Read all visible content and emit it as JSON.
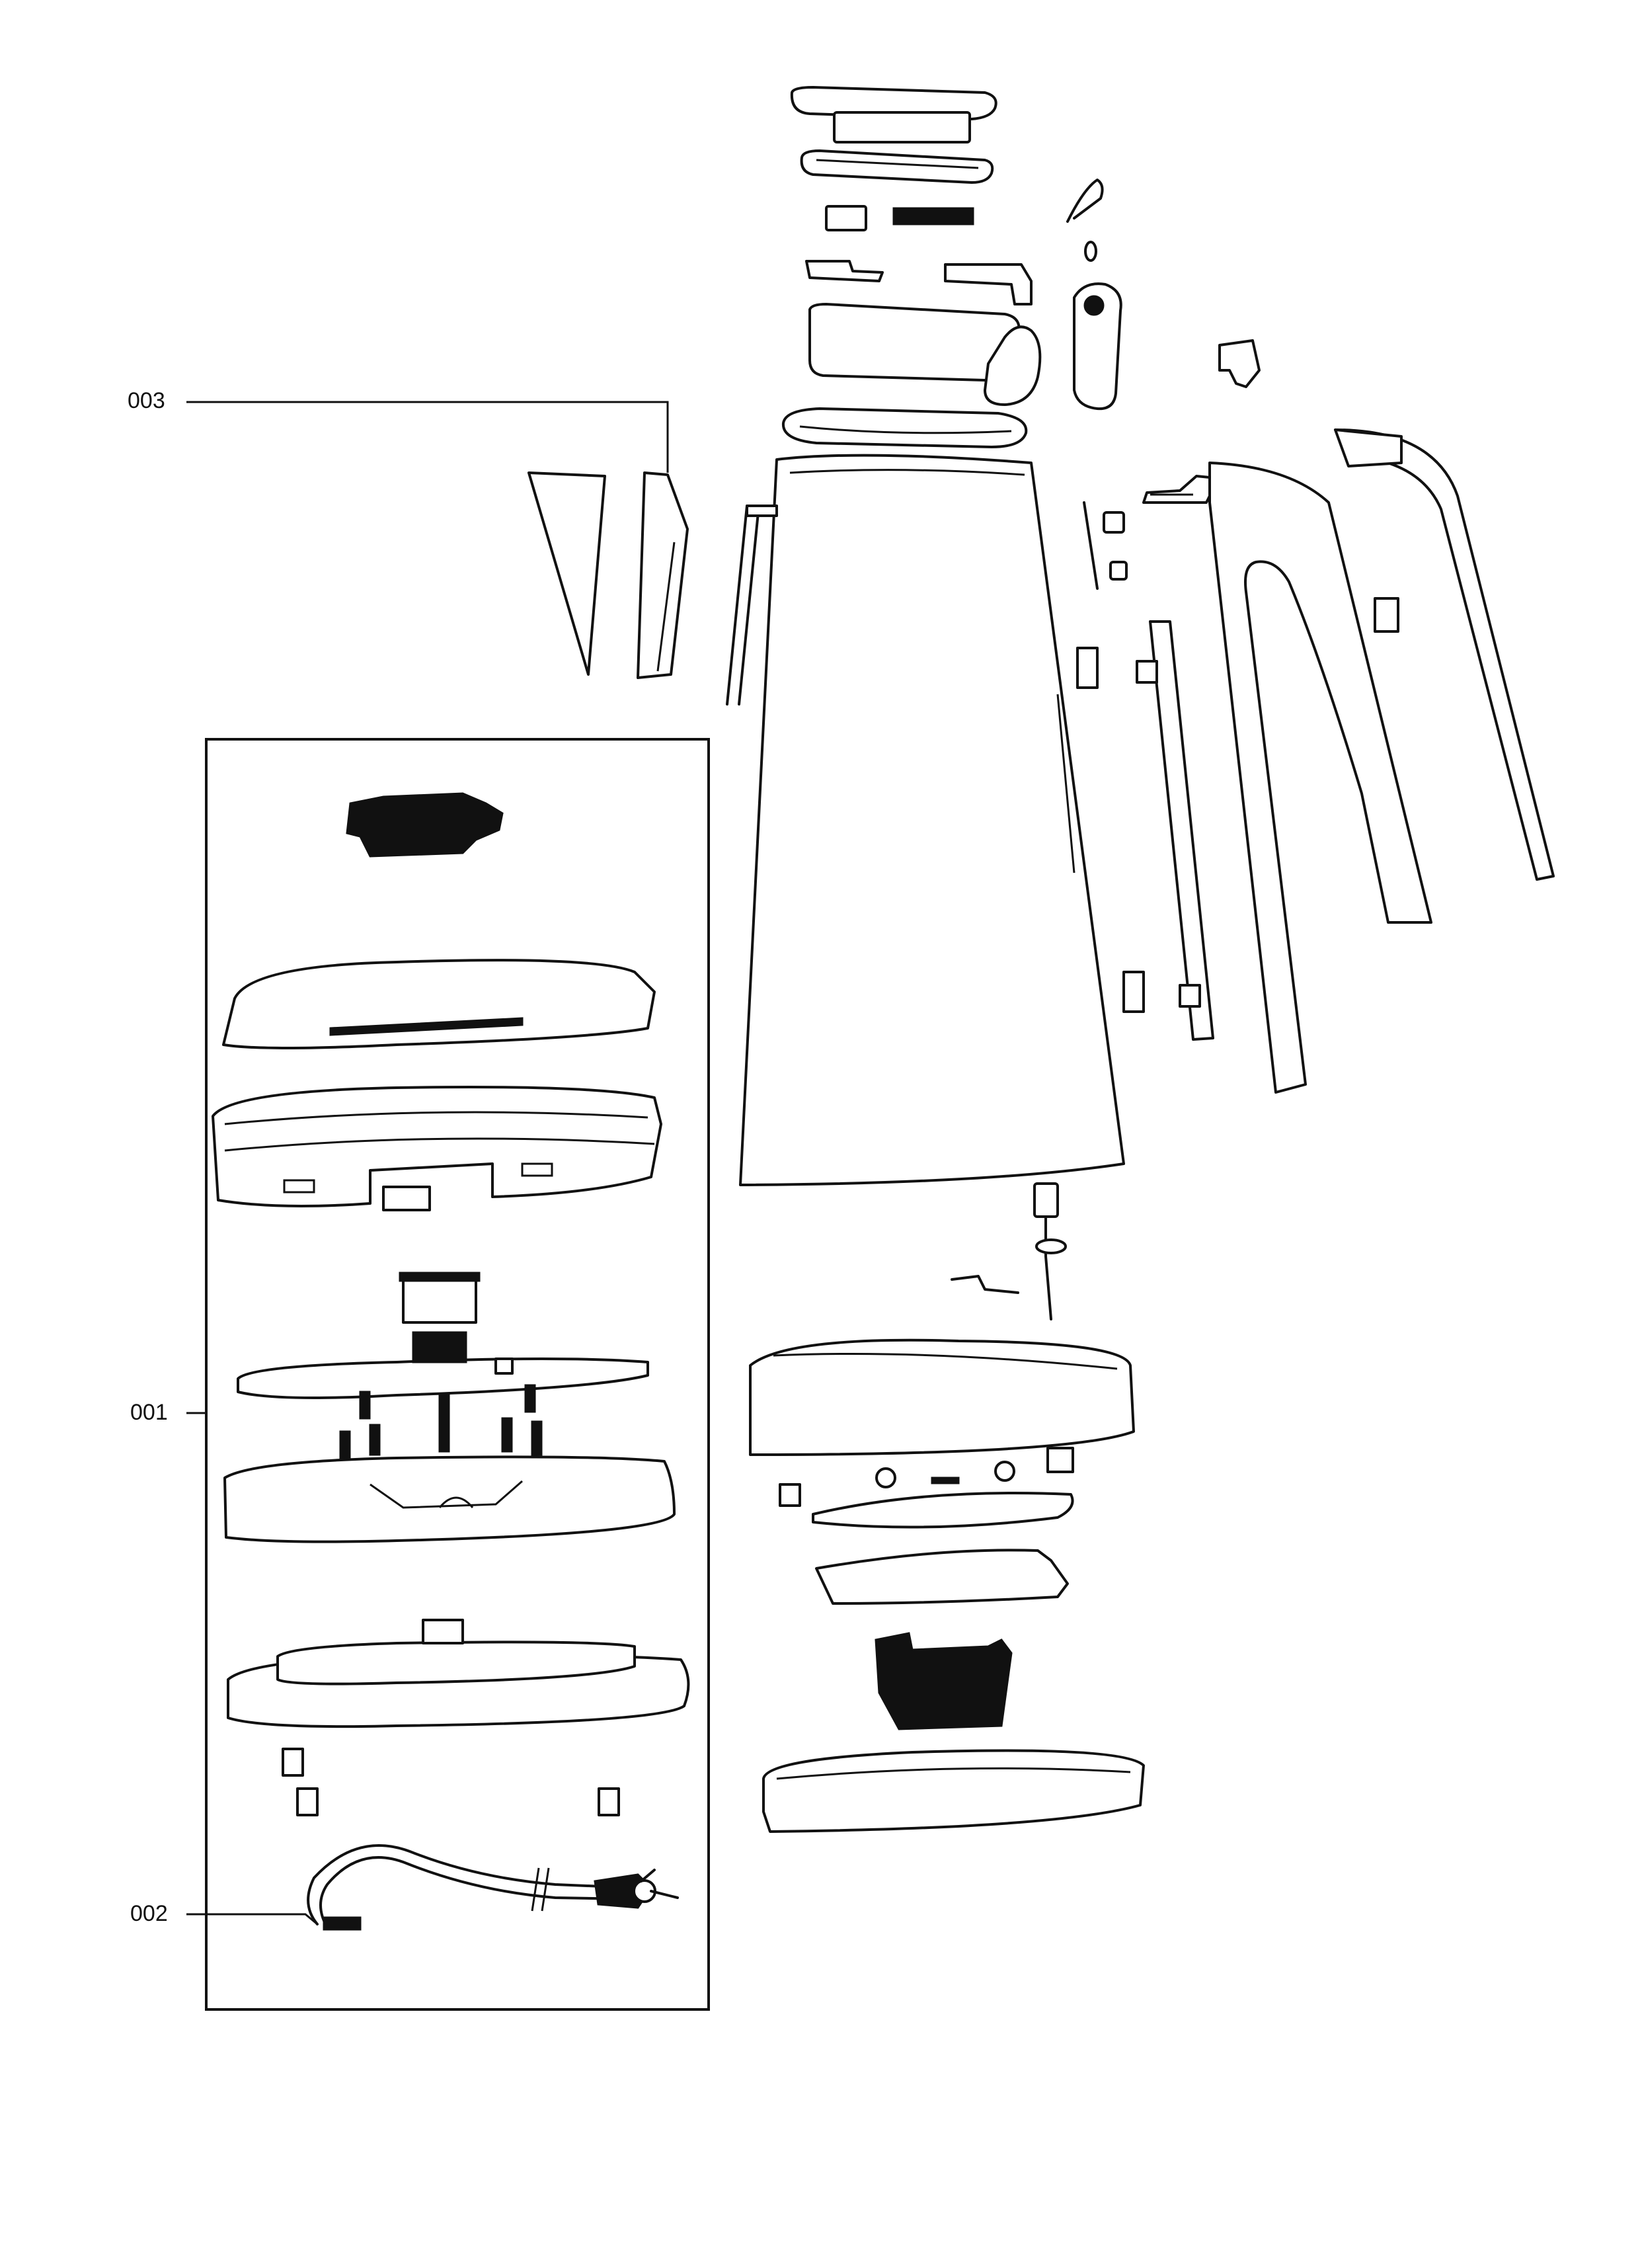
{
  "callouts": [
    {
      "id": "003",
      "label": "003"
    },
    {
      "id": "001",
      "label": "001"
    },
    {
      "id": "002",
      "label": "002"
    }
  ],
  "colors": {
    "line": "#111111",
    "background": "#ffffff"
  }
}
